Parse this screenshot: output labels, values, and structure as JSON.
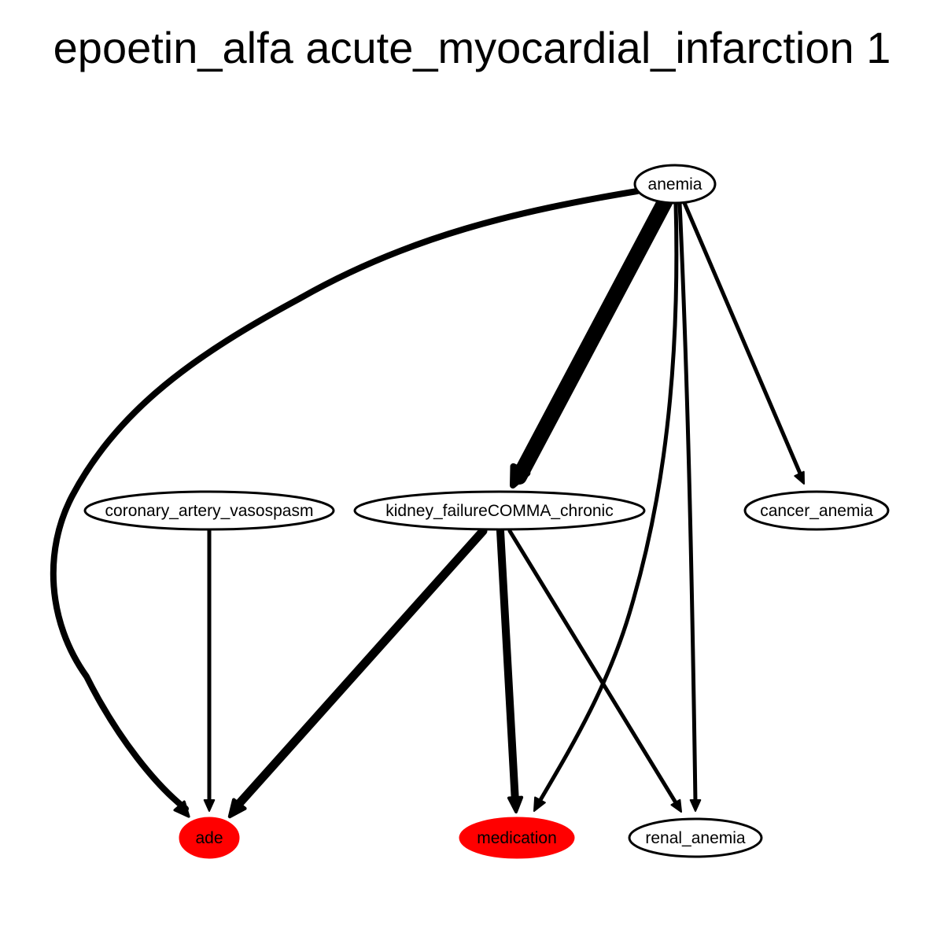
{
  "title": "epoetin_alfa acute_myocardial_infarction 1",
  "colors": {
    "highlight": "#ff0000",
    "stroke": "#000000",
    "background": "#ffffff"
  },
  "nodes": {
    "anemia": {
      "label": "anemia",
      "highlight": false
    },
    "coronary_artery_vasospasm": {
      "label": "coronary_artery_vasospasm",
      "highlight": false
    },
    "kidney_failure_chronic": {
      "label": "kidney_failureCOMMA_chronic",
      "highlight": false
    },
    "cancer_anemia": {
      "label": "cancer_anemia",
      "highlight": false
    },
    "ade": {
      "label": "ade",
      "highlight": true
    },
    "medication": {
      "label": "medication",
      "highlight": true
    },
    "renal_anemia": {
      "label": "renal_anemia",
      "highlight": false
    }
  },
  "edges": [
    {
      "from": "anemia",
      "to": "ade"
    },
    {
      "from": "anemia",
      "to": "kidney_failure_chronic"
    },
    {
      "from": "anemia",
      "to": "medication"
    },
    {
      "from": "anemia",
      "to": "renal_anemia"
    },
    {
      "from": "anemia",
      "to": "cancer_anemia"
    },
    {
      "from": "coronary_artery_vasospasm",
      "to": "ade"
    },
    {
      "from": "kidney_failure_chronic",
      "to": "ade"
    },
    {
      "from": "kidney_failure_chronic",
      "to": "medication"
    },
    {
      "from": "kidney_failure_chronic",
      "to": "renal_anemia"
    }
  ]
}
